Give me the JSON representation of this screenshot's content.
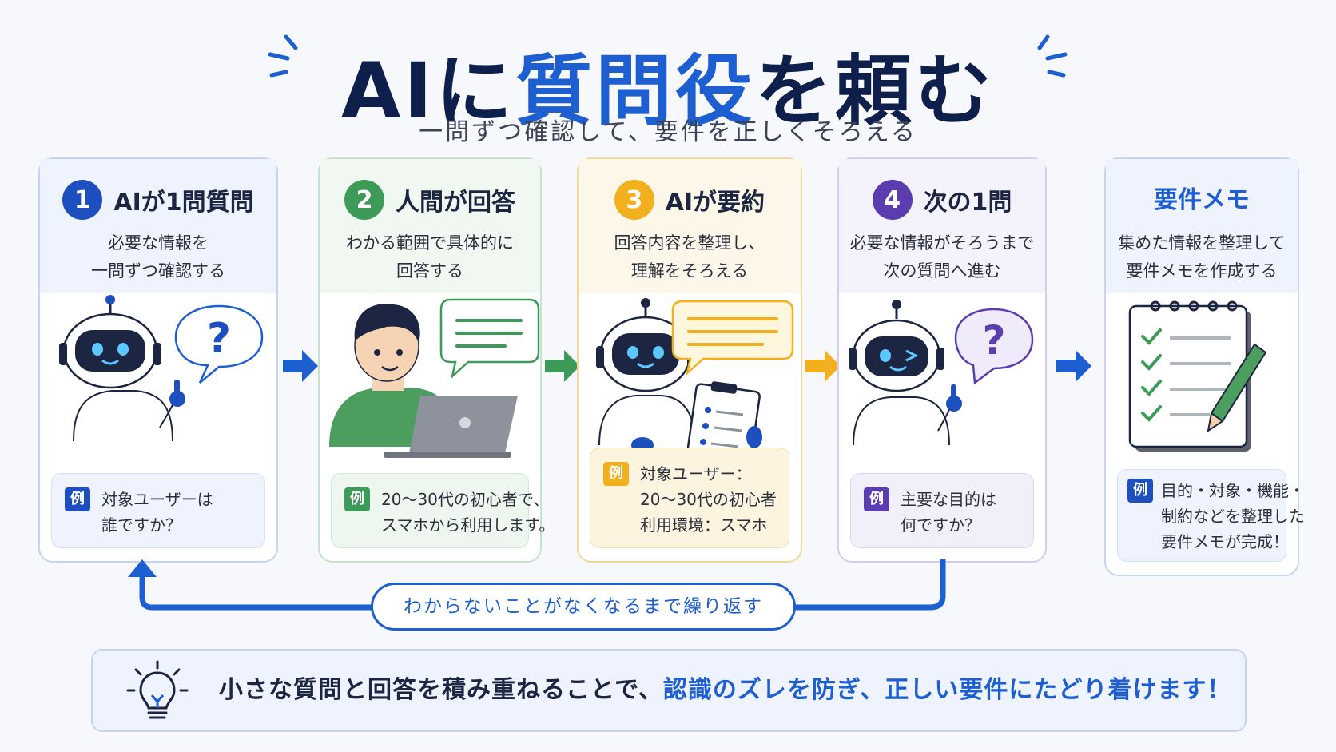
{
  "title": {
    "prefix": "AIに",
    "highlight": "質問役",
    "suffix": "を頼む"
  },
  "subtitle": "一問ずつ確認して、要件を正しくそろえる",
  "colors": {
    "blue": "#1d5fd1",
    "green": "#3e9a58",
    "yellow": "#f2b01e",
    "purple": "#5b3db0",
    "navy": "#0f1f4b"
  },
  "steps": [
    {
      "num": "1",
      "label": "AIが1問質問",
      "desc": [
        "必要な情報を",
        "一問ずつ確認する"
      ],
      "example_badge": "例",
      "example": [
        "対象ユーザーは",
        "誰ですか？"
      ],
      "icon": "robot-asking-question-icon"
    },
    {
      "num": "2",
      "label": "人間が回答",
      "desc": [
        "わかる範囲で具体的に",
        "回答する"
      ],
      "example_badge": "例",
      "example": [
        "20〜30代の初心者で、",
        "スマホから利用します。"
      ],
      "icon": "person-typing-laptop-icon"
    },
    {
      "num": "3",
      "label": "AIが要約",
      "desc": [
        "回答内容を整理し、",
        "理解をそろえる"
      ],
      "example_badge": "例",
      "example": [
        "対象ユーザー：",
        "20〜30代の初心者",
        "利用環境：スマホ"
      ],
      "icon": "robot-clipboard-icon"
    },
    {
      "num": "4",
      "label": "次の1問",
      "desc": [
        "必要な情報がそろうまで",
        "次の質問へ進む"
      ],
      "example_badge": "例",
      "example": [
        "主要な目的は",
        "何ですか？"
      ],
      "icon": "robot-winking-question-icon"
    }
  ],
  "memo": {
    "label": "要件メモ",
    "desc": [
      "集めた情報を整理して",
      "要件メモを作成する"
    ],
    "example_badge": "例",
    "example": [
      "目的・対象・機能・",
      "制約などを整理した",
      "要件メモが完成！"
    ],
    "icon": "checklist-notepad-pencil-icon"
  },
  "loop_label": "わからないことがなくなるまで繰り返す",
  "bottom": {
    "prefix": "小さな質問と回答を積み重ねることで、",
    "highlight": "認識のズレを防ぎ、正しい要件にたどり着けます！",
    "icon": "lightbulb-icon"
  }
}
